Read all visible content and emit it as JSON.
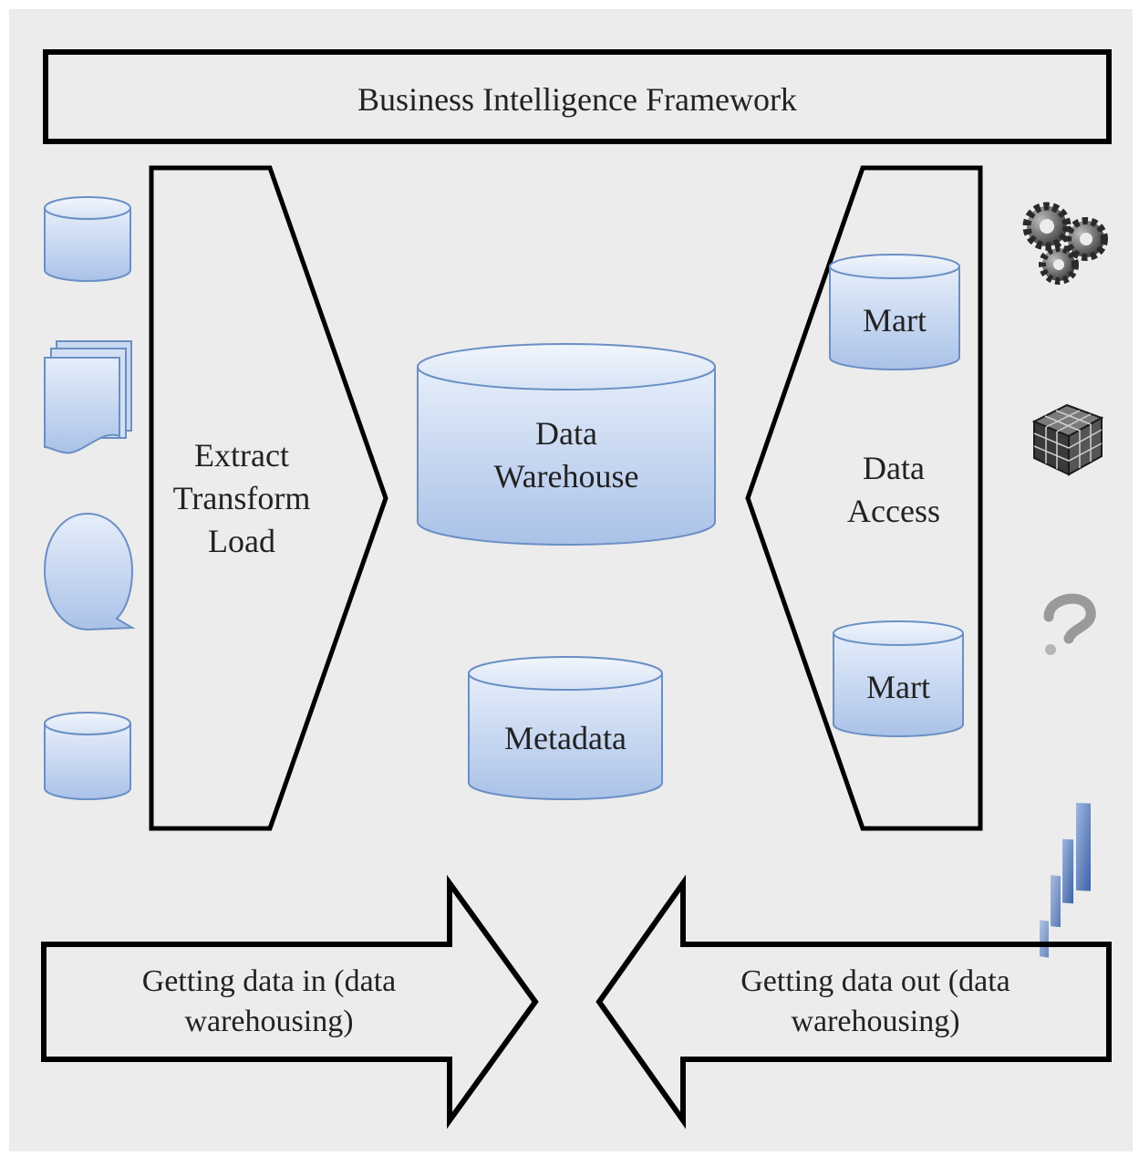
{
  "title": "Business Intelligence Framework",
  "etl": {
    "line1": "Extract",
    "line2": "Transform",
    "line3": "Load"
  },
  "warehouse": {
    "line1": "Data",
    "line2": "Warehouse"
  },
  "metadata": "Metadata",
  "access": {
    "line1": "Data",
    "line2": "Access"
  },
  "marts": [
    "Mart",
    "Mart"
  ],
  "arrows": {
    "in": "Getting data in (data warehousing)",
    "out": "Getting data out (data warehousing)"
  },
  "source_icons": [
    "database-icon",
    "documents-icon",
    "chat-bubble-icon",
    "database-icon"
  ],
  "tool_icons": [
    "gears-icon",
    "olap-cube-icon",
    "question-mark-icon",
    "bar-chart-icon"
  ],
  "colors": {
    "cylinder_top": "#e4edf9",
    "cylinder_bottom": "#b3c9ea",
    "cylinder_stroke": "#6a8fc4",
    "background": "#ececec"
  }
}
